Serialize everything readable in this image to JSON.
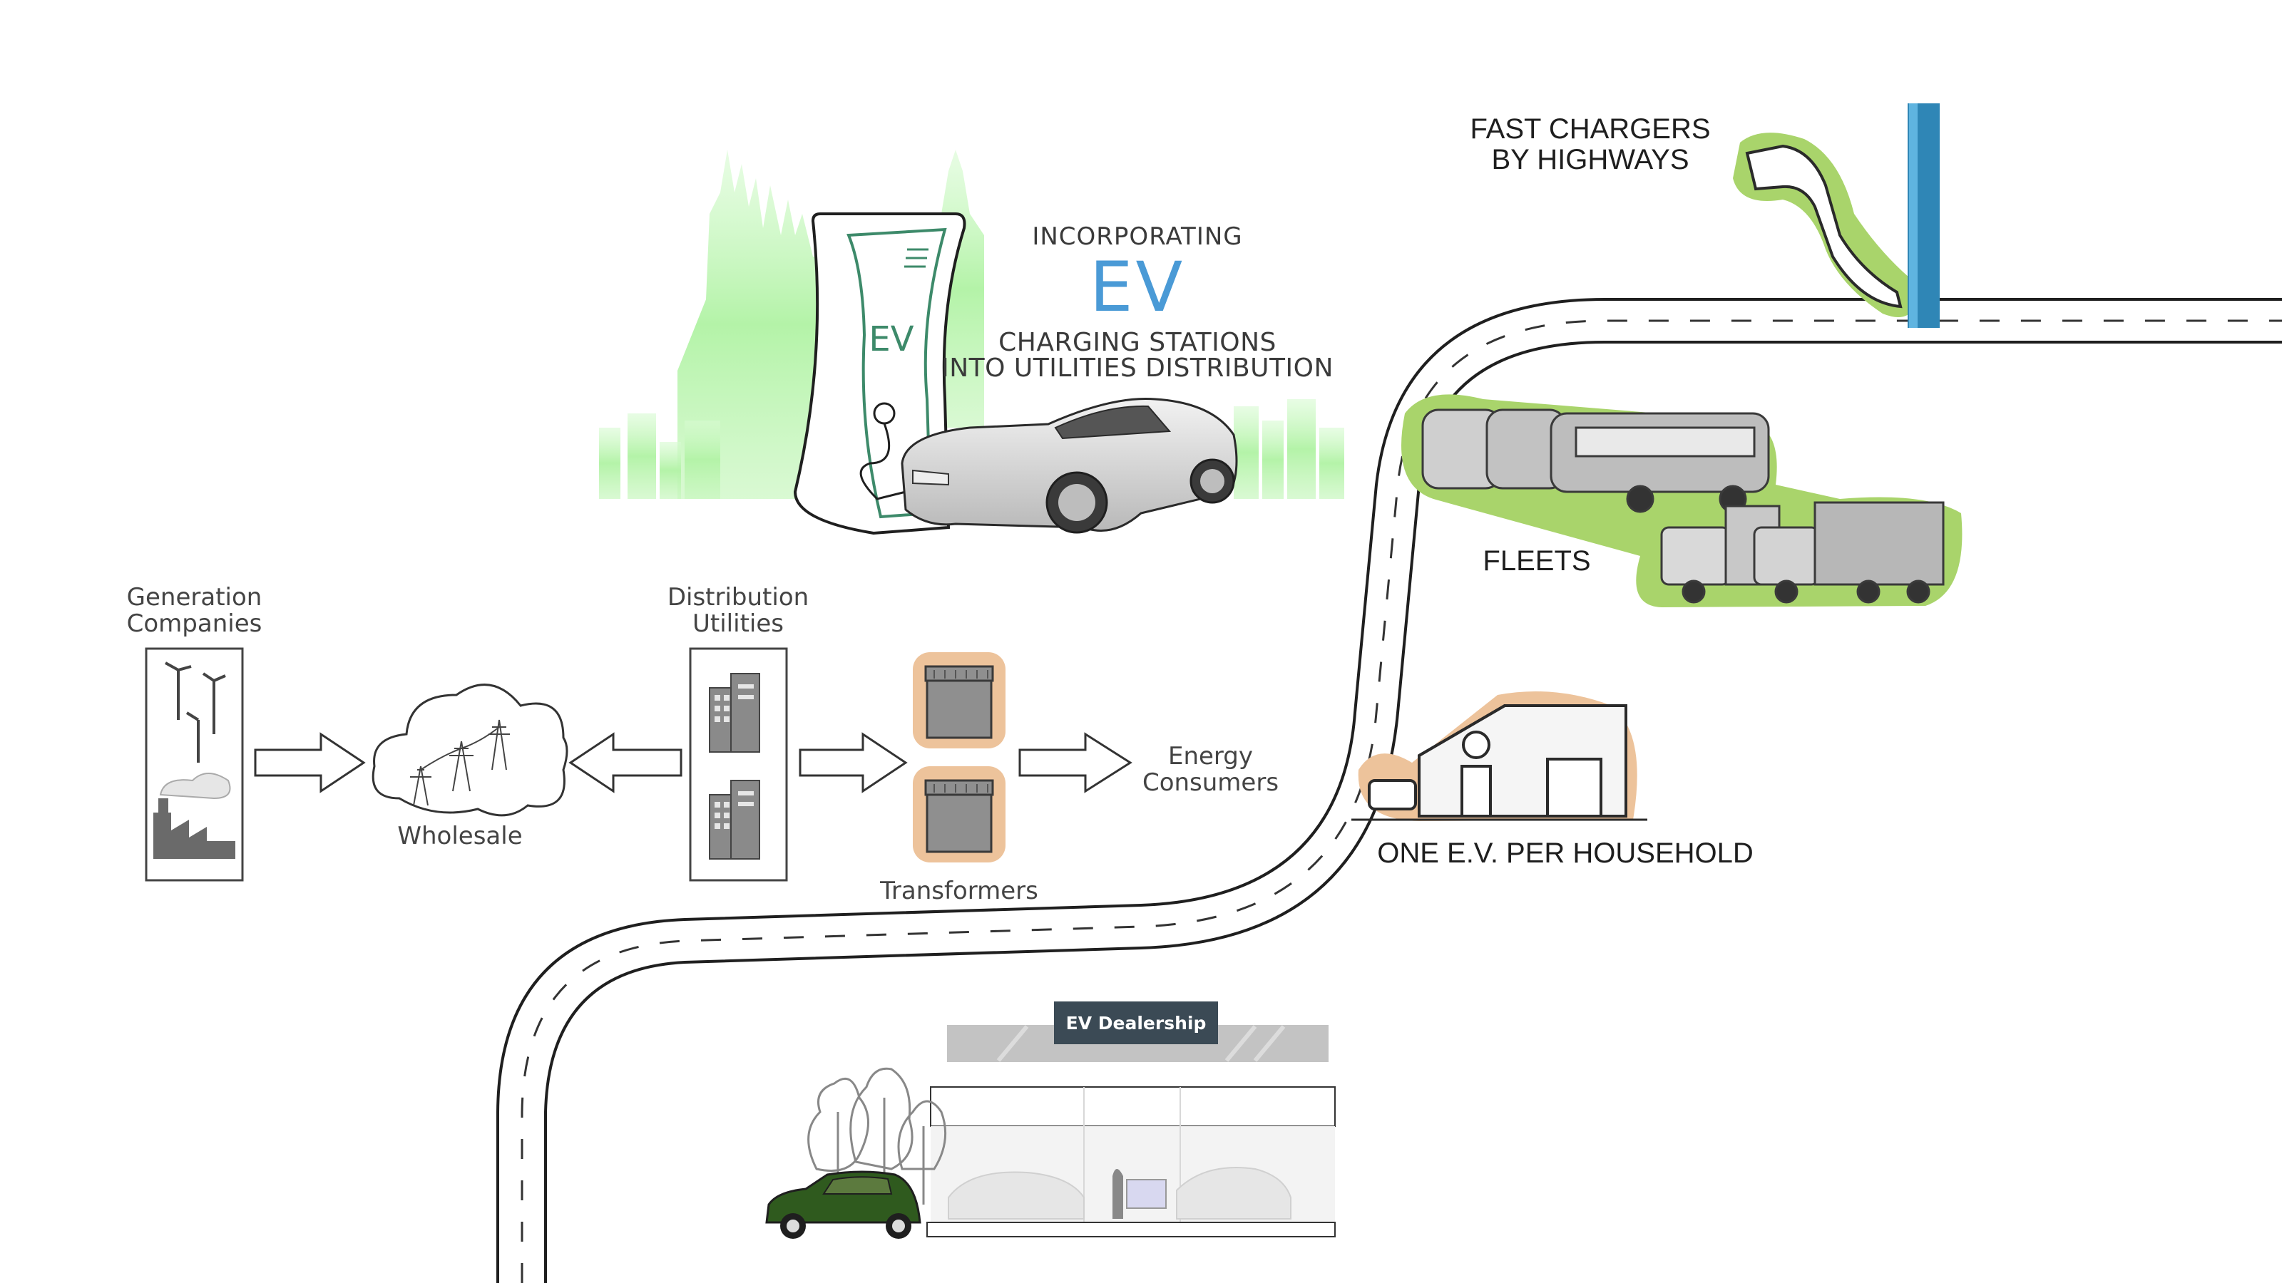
{
  "header": {
    "line1": "INCORPORATING",
    "ev": "EV",
    "line2": "CHARGING STATIONS",
    "line3": "INTO UTILITIES DISTRIBUTION"
  },
  "charger": {
    "label": "EV"
  },
  "flow": {
    "generation": {
      "label_line1": "Generation",
      "label_line2": "Companies"
    },
    "wholesale": {
      "label": "Wholesale"
    },
    "distribution": {
      "label_line1": "Distribution",
      "label_line2": "Utilities"
    },
    "transformers": {
      "label": "Transformers"
    },
    "consumers": {
      "label_line1": "Energy",
      "label_line2": "Consumers"
    }
  },
  "road": {
    "fast_chargers": {
      "line1": "FAST CHARGERS",
      "line2": "BY HIGHWAYS"
    },
    "fleets": {
      "label": "FLEETS"
    },
    "household": {
      "label": "ONE E.V. PER HOUSEHOLD"
    },
    "dealership": {
      "label": "EV Dealership"
    }
  },
  "colors": {
    "city_green": "#bdf5b4",
    "highlight_green": "#a9d46b",
    "highlight_orange": "#edc39b",
    "ev_blue": "#4a9ad6",
    "charger_green": "#3d8a6a",
    "dealer_car": "#2f5a1e",
    "outline": "#2a2a2a"
  }
}
